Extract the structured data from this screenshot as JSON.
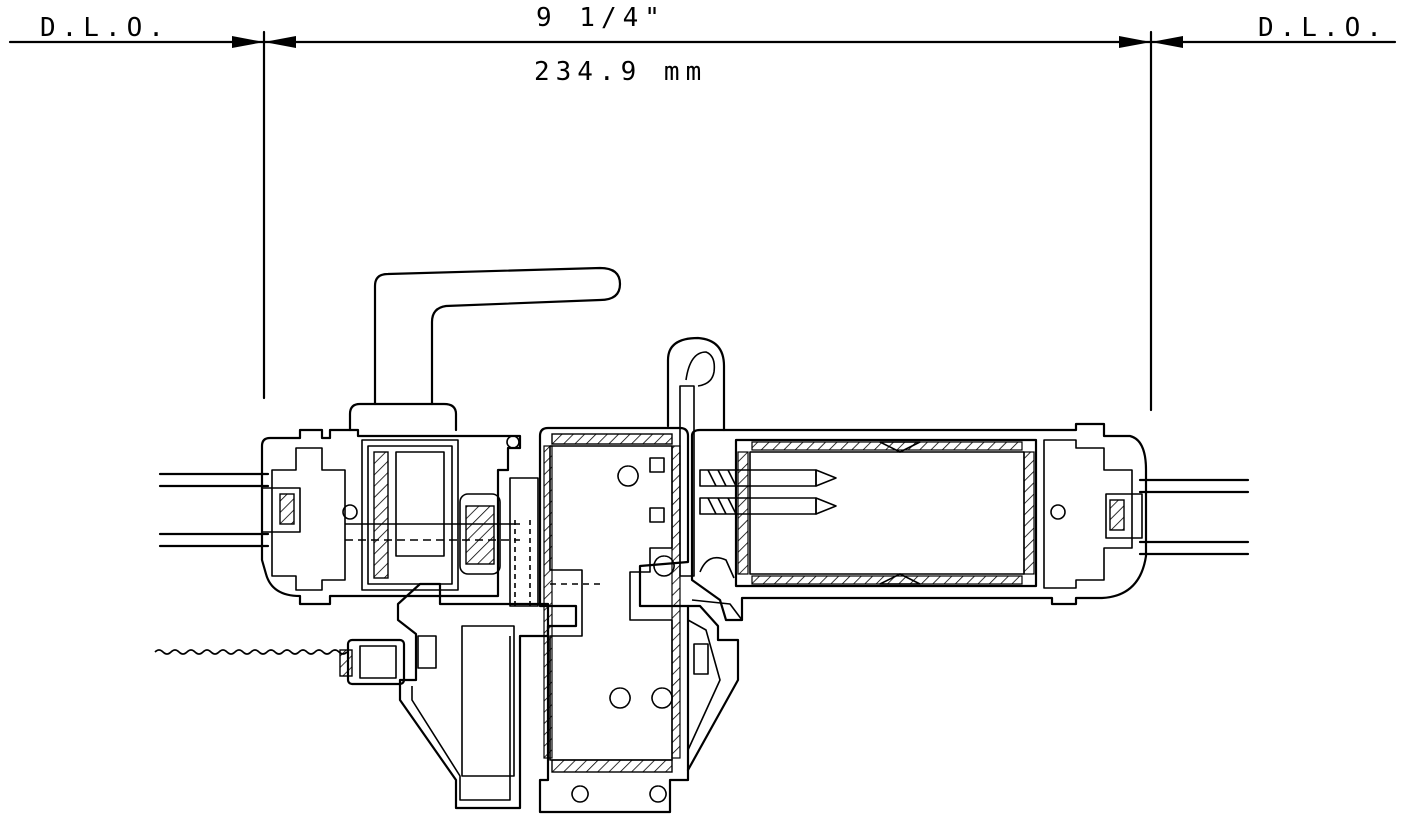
{
  "drawing": {
    "left_label": "D.L.O.",
    "right_label": "D.L.O.",
    "dim_imperial": "9 1/4\"",
    "dim_metric": "234.9 mm"
  },
  "colors": {
    "ink": "#000000",
    "paper": "#ffffff"
  }
}
